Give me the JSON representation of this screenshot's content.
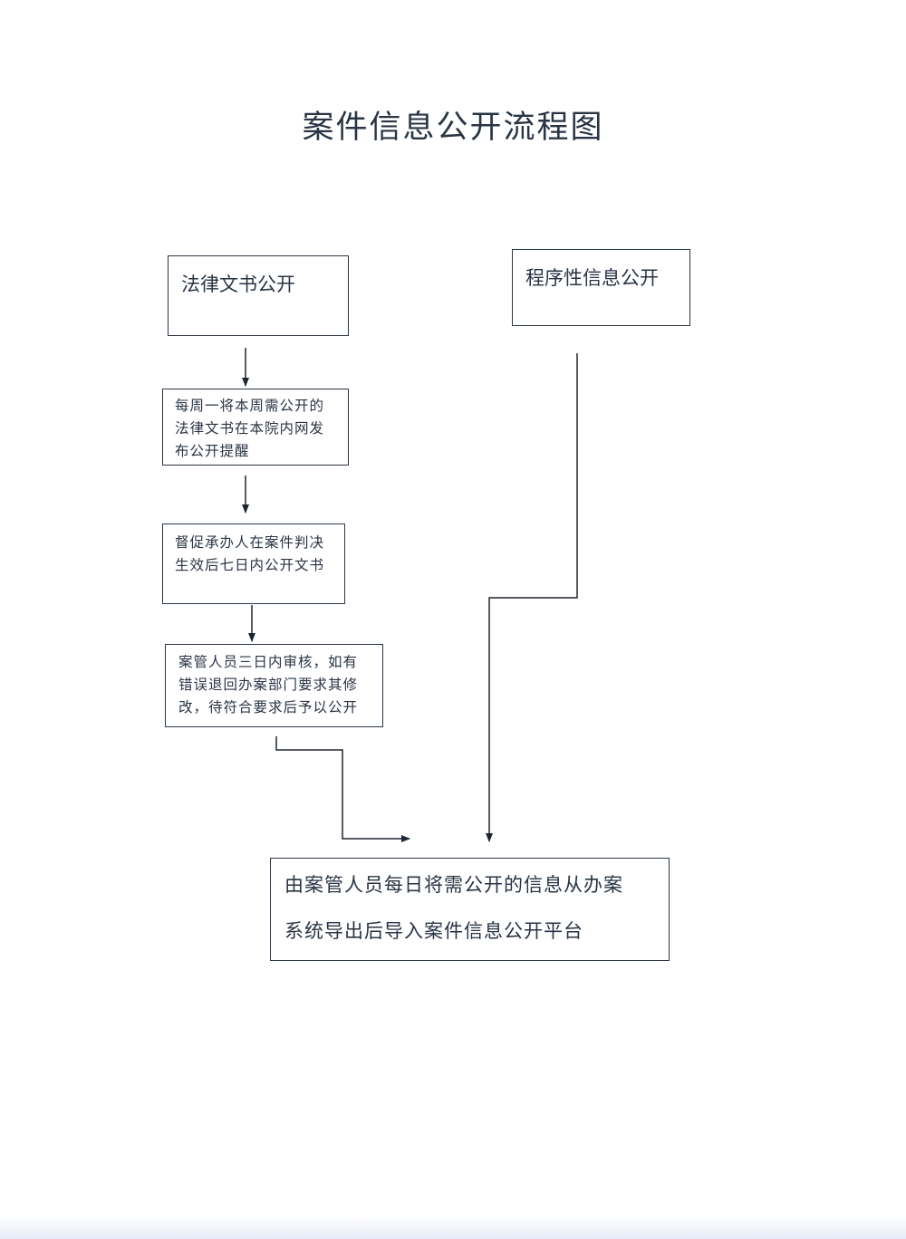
{
  "title": "案件信息公开流程图",
  "nodes": {
    "legal_doc": "法律文书公开",
    "procedural": "程序性信息公开",
    "weekly_reminder": {
      "line1": "每周一将本周需公开的",
      "line2": "法律文书在本院内网发",
      "line3": "布公开提醒"
    },
    "urge_handler": {
      "line1": "督促承办人在案件判决",
      "line2": "生效后七日内公开文书"
    },
    "review": {
      "line1": "案管人员三日内审核，如有",
      "line2": "错误退回办案部门要求其修",
      "line3": "改，待符合要求后予以公开"
    },
    "final": {
      "line1": "由案管人员每日将需公开的信息从办案",
      "line2": "系统导出后导入案件信息公开平台"
    }
  },
  "colors": {
    "line": "#1e2530",
    "text": "#2a3445"
  }
}
